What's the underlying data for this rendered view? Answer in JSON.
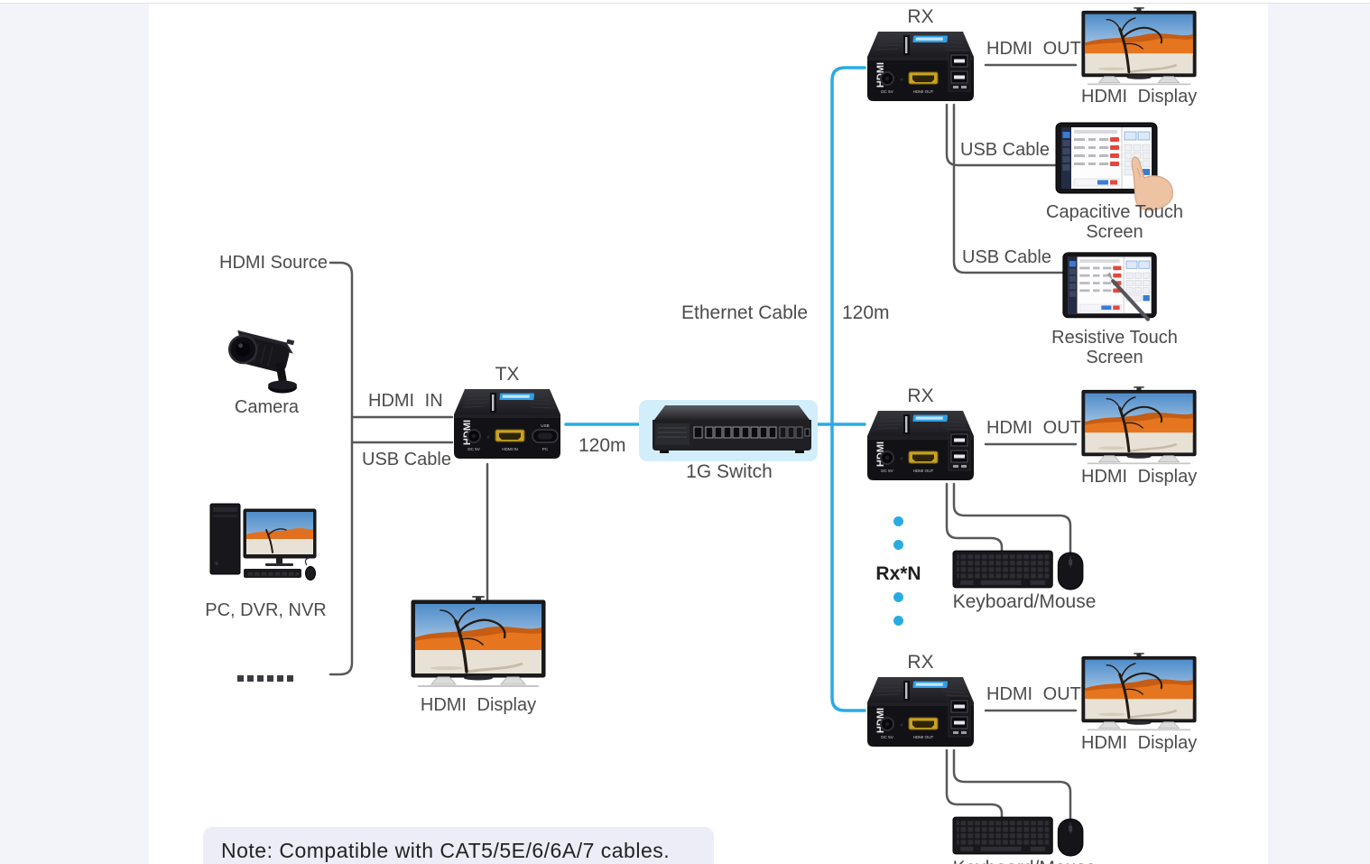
{
  "colors": {
    "cable_blue": "#29abe2",
    "wire_gray": "#58585a",
    "label_text": "#4b4b4d",
    "note_bg": "#ecedf7",
    "switch_glow": "#d2eefa",
    "device_black": "#141418",
    "hdmi_port_gold": "#caa21f",
    "accent_blue": "#3a7bd5",
    "accent_red": "#e2483d"
  },
  "labels": {
    "hdmi_source": "HDMI Source",
    "camera": "Camera",
    "pc_dvr_nvr": "PC, DVR, NVR",
    "hdmi_in": "HDMI IN",
    "usb_cable": "USB Cable",
    "tx": "TX",
    "rx": "RX",
    "distance": "120m",
    "ethernet_cable": "Ethernet Cable",
    "gigabit_switch": "1G Switch",
    "hdmi_out": "HDMI OUT",
    "hdmi_display": "HDMI Display",
    "capacitive_touch_line1": "Capacitive Touch",
    "touch_screen_line2": "Screen",
    "resistive_touch_line1": "Resistive Touch",
    "keyboard_mouse": "Keyboard/Mouse",
    "rx_n": "Rx*N"
  },
  "note": {
    "text": "Note: Compatible with CAT5/5E/6/6A/7 cables."
  },
  "device": {
    "brand": "HDMI",
    "port_dc": "DC 5V",
    "port_hdmi_out": "HDMI OUT",
    "port_hdmi_in": "HDMI IN",
    "port_usb": "USB",
    "port_pc": "PC"
  }
}
